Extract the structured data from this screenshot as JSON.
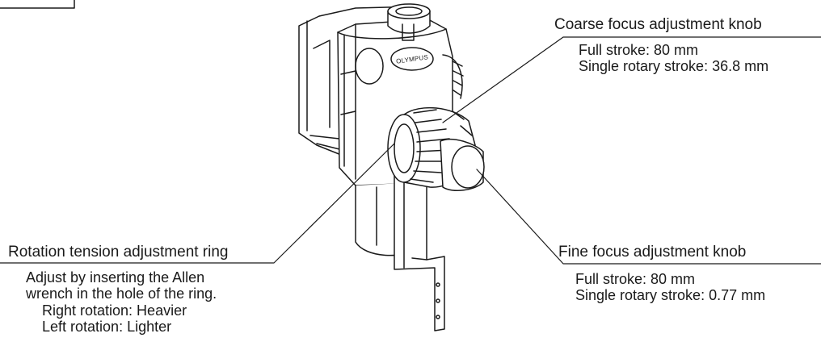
{
  "callouts": {
    "coarse": {
      "title": "Coarse focus adjustment knob",
      "lines": [
        "Full stroke: 80 mm",
        "Single rotary stroke: 36.8 mm"
      ]
    },
    "fine": {
      "title": "Fine focus adjustment knob",
      "lines": [
        "Full stroke: 80 mm",
        "Single rotary stroke: 0.77 mm"
      ]
    },
    "tension": {
      "title": "Rotation tension adjustment ring",
      "lines": [
        "Adjust by inserting the Allen",
        "wrench in the hole of the ring.",
        "Right rotation: Heavier",
        "Left rotation: Lighter"
      ]
    }
  },
  "device": {
    "brand_logo": "OLYMPUS"
  },
  "colors": {
    "ink": "#1a1a1a",
    "background": "#ffffff"
  }
}
